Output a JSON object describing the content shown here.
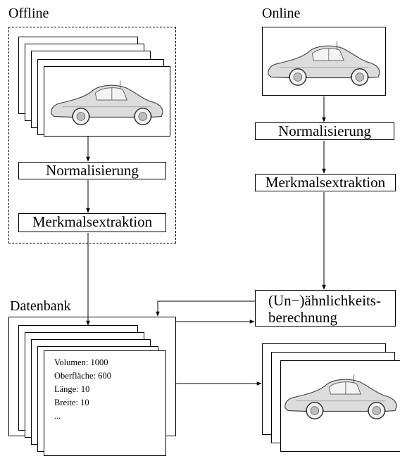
{
  "offline": {
    "title": "Offline",
    "normalize": "Normalisierung",
    "extract": "Merkmalsextraktion"
  },
  "online": {
    "title": "Online",
    "normalize": "Normalisierung",
    "extract": "Merkmalsextraktion"
  },
  "database": {
    "title": "Datenbank",
    "features": [
      "Volumen: 1000",
      "Oberfläche: 600",
      "Länge: 10",
      "Breite: 10",
      "..."
    ]
  },
  "similarity": {
    "line1": "(Un−)ähnlichkeits-",
    "line2": "berechnung"
  },
  "icons": {
    "model": "car-3d-model-icon"
  }
}
